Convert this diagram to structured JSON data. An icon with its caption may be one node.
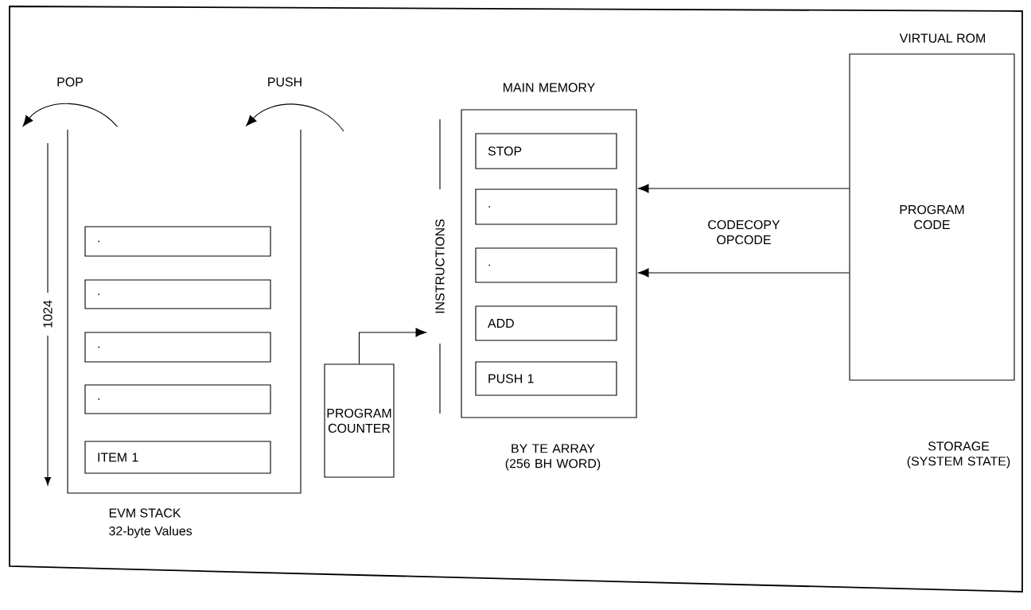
{
  "diagram": {
    "nodes": [
      {
        "text": [
          "EVM STACK",
          "32-byte Values"
        ]
      },
      {
        "text": [
          "."
        ],
        "in": 0
      },
      {
        "text": [
          "."
        ],
        "in": 0
      },
      {
        "text": [
          "."
        ],
        "in": 0
      },
      {
        "text": [
          "."
        ],
        "in": 0
      },
      {
        "text": [
          "ITEM 1"
        ],
        "in": 0
      },
      {
        "text": [
          "PROGRAM COUNTER"
        ]
      },
      {
        "text": [
          "INSTRUCTIONS"
        ]
      },
      {
        "text": [
          "MAIN MEMORY",
          "BY TE ARRAY (256 BH WORD)"
        ]
      },
      {
        "text": [
          "STOP"
        ],
        "in": 8
      },
      {
        "text": [
          "."
        ],
        "in": 8
      },
      {
        "text": [
          "."
        ],
        "in": 8
      },
      {
        "text": [
          "ADD"
        ],
        "in": 8
      },
      {
        "text": [
          "PUSH 1"
        ],
        "in": 8
      },
      {
        "text": [
          "VIRTUAL ROM",
          "PROGRAM CODE"
        ]
      }
    ],
    "edges": [
      {
        "from": 0,
        "to": null,
        "arrow": "to"
      },
      {
        "from": null,
        "to": 0,
        "arrow": "to"
      },
      {
        "from": 6,
        "to": 7,
        "arrow": "to"
      },
      {
        "from": 14,
        "to": 8,
        "arrow": "to"
      },
      {
        "from": 14,
        "to": 8,
        "arrow": "to"
      }
    ],
    "labels": [
      "POP",
      "PUSH",
      "1024",
      "CODECOPY OPCODE",
      "STORAGE (SYSTEM STATE)"
    ]
  }
}
